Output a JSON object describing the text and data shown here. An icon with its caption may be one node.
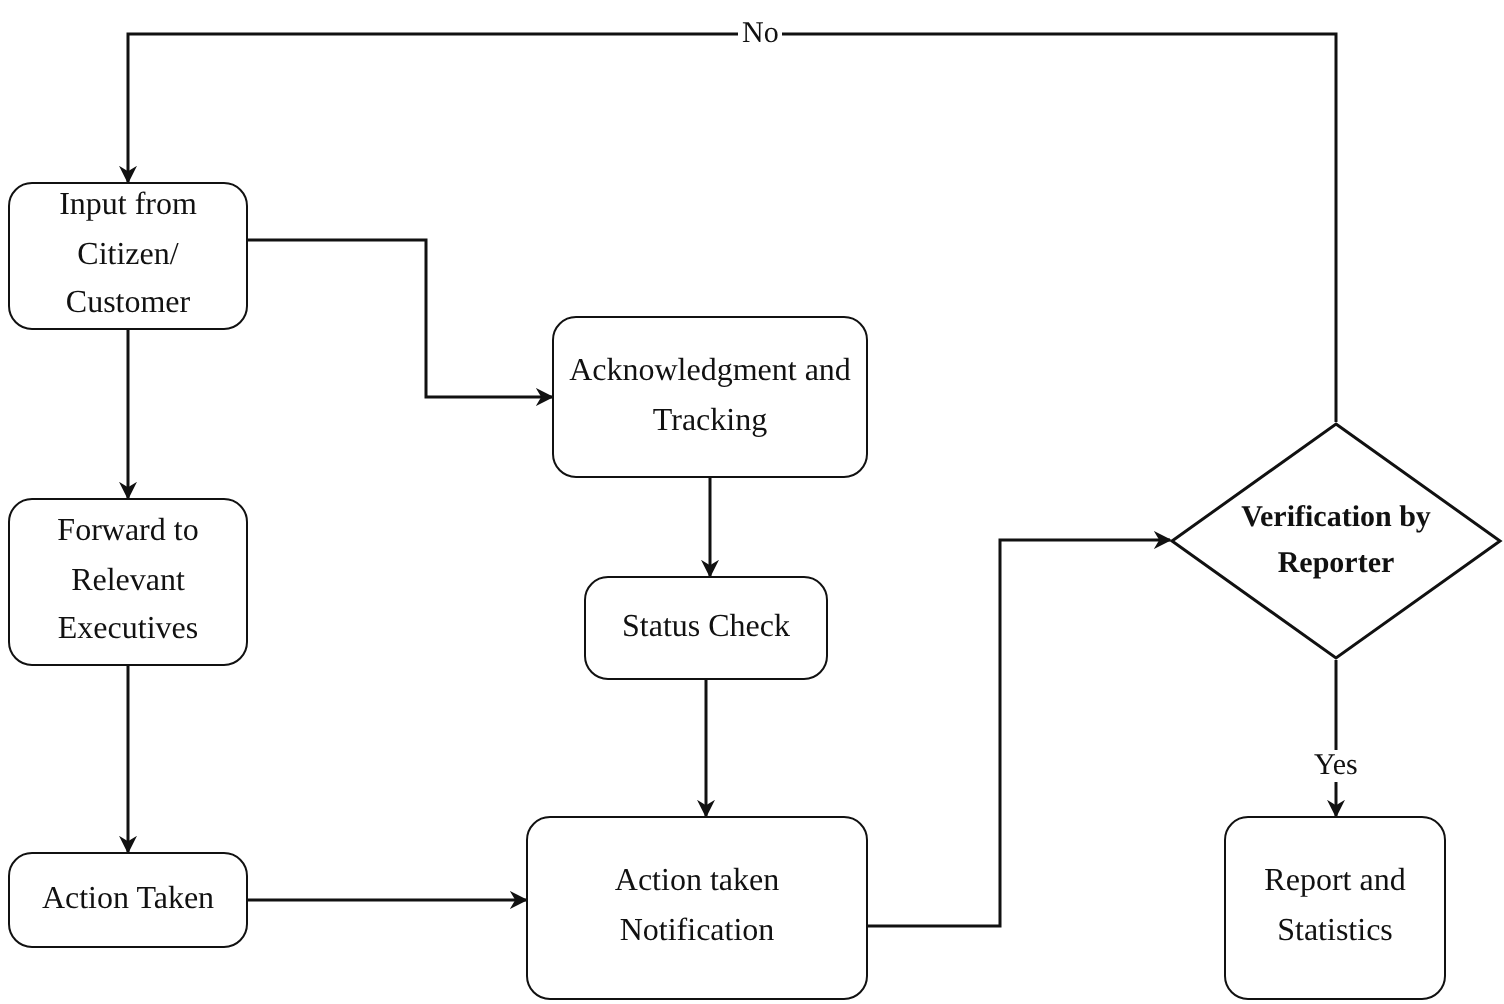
{
  "diagram": {
    "nodes": [
      {
        "text": [
          "Input from Citizen/ Customer"
        ]
      },
      {
        "text": [
          "Acknowledgment and Tracking"
        ]
      },
      {
        "text": [
          "Forward to Relevant Executives"
        ]
      },
      {
        "text": [
          "Status Check"
        ]
      },
      {
        "text": [
          "Verification by Reporter"
        ]
      },
      {
        "text": [
          "Action Taken"
        ]
      },
      {
        "text": [
          "Action taken Notification"
        ]
      },
      {
        "text": [
          "Report and Statistics"
        ]
      }
    ],
    "edges": [
      {
        "from": 0,
        "to": 1,
        "arrow": "to"
      },
      {
        "from": 0,
        "to": 2,
        "arrow": "to"
      },
      {
        "from": 1,
        "to": 3,
        "arrow": "to"
      },
      {
        "from": 2,
        "to": 5,
        "arrow": "to"
      },
      {
        "from": 3,
        "to": 6,
        "arrow": "to"
      },
      {
        "from": 5,
        "to": 6,
        "arrow": "to"
      },
      {
        "from": 6,
        "to": 4,
        "arrow": "to"
      },
      {
        "from": 4,
        "to": 0,
        "arrow": "to",
        "label": "No"
      },
      {
        "from": 4,
        "to": 7,
        "arrow": "to",
        "label": "Yes"
      }
    ]
  }
}
